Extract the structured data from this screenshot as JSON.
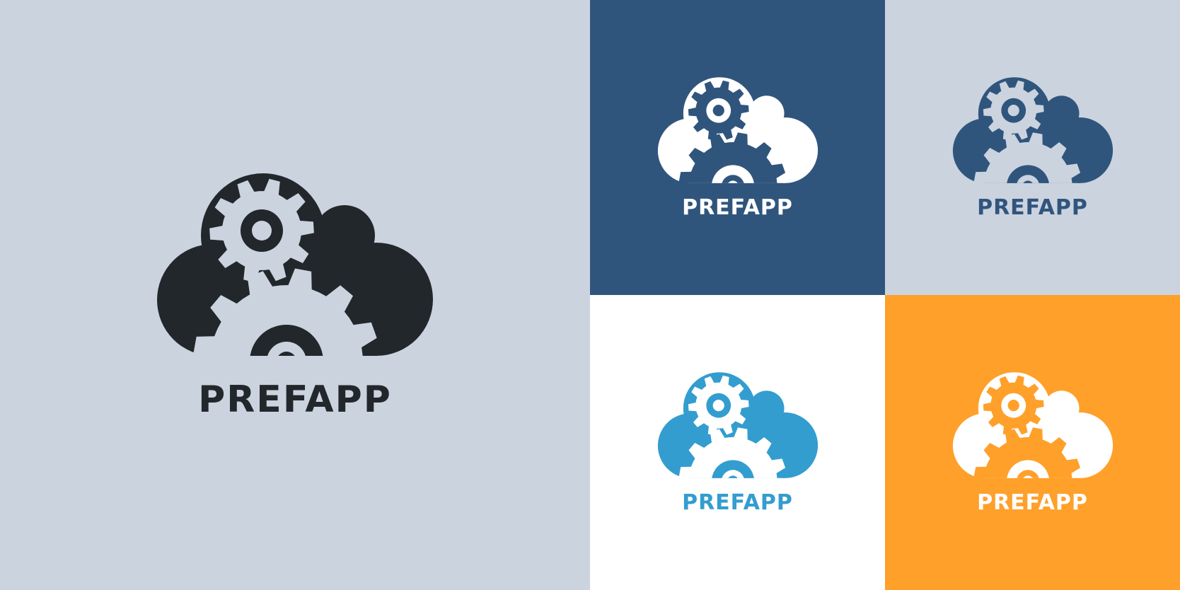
{
  "brand": {
    "wordmark": "PREFAPP",
    "icon": "cloud-gears-icon"
  },
  "colors": {
    "light_bg": "#CBD3DF",
    "navy": "#30557D",
    "white": "#FFFFFF",
    "orange": "#FFA02A",
    "dark": "#22272C",
    "blue": "#339DCF"
  },
  "panels": [
    {
      "id": "large",
      "background": "#CBD3DF",
      "logo_color": "#22272C",
      "cutout_color": "#CBD3DF",
      "label": "PREFAPP"
    },
    {
      "id": "navy",
      "background": "#30557D",
      "logo_color": "#FFFFFF",
      "cutout_color": "#30557D",
      "label": "PREFAPP"
    },
    {
      "id": "lightnavy",
      "background": "#CBD3DF",
      "logo_color": "#30557D",
      "cutout_color": "#CBD3DF",
      "label": "PREFAPP"
    },
    {
      "id": "white",
      "background": "#FFFFFF",
      "logo_color": "#339DCF",
      "cutout_color": "#FFFFFF",
      "label": "PREFAPP"
    },
    {
      "id": "orange",
      "background": "#FFA02A",
      "logo_color": "#FFFFFF",
      "cutout_color": "#FFA02A",
      "label": "PREFAPP"
    }
  ]
}
